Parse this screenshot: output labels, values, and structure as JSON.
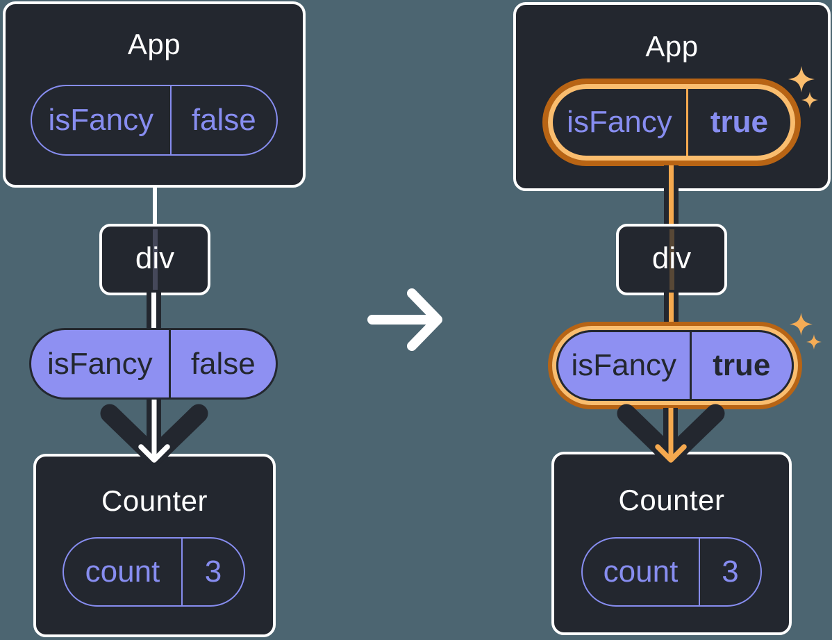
{
  "panels": {
    "before": {
      "app": {
        "title": "App",
        "prop": {
          "name": "isFancy",
          "value": "false"
        }
      },
      "div": {
        "label": "div"
      },
      "passed_prop": {
        "name": "isFancy",
        "value": "false"
      },
      "counter": {
        "title": "Counter",
        "state": {
          "name": "count",
          "value": "3"
        }
      }
    },
    "after": {
      "app": {
        "title": "App",
        "prop": {
          "name": "isFancy",
          "value": "true"
        }
      },
      "div": {
        "label": "div"
      },
      "passed_prop": {
        "name": "isFancy",
        "value": "true"
      },
      "counter": {
        "title": "Counter",
        "state": {
          "name": "count",
          "value": "3"
        }
      }
    }
  },
  "colors": {
    "background": "#4C6571",
    "component_box": "#23272F",
    "purple_accent": "#878DF0",
    "pill_fill_purple": "#8E90F2",
    "dark_text": "#23272F",
    "highlight_orange_dark": "#B86414",
    "highlight_orange_light": "#FABD6E",
    "highlight_orange_core": "#F5A94F",
    "white": "#FFFFFF"
  },
  "icons": {
    "sparkle": "four-point star",
    "transition_arrow": "right arrow",
    "prop_flow_arrow": "down arrow"
  }
}
